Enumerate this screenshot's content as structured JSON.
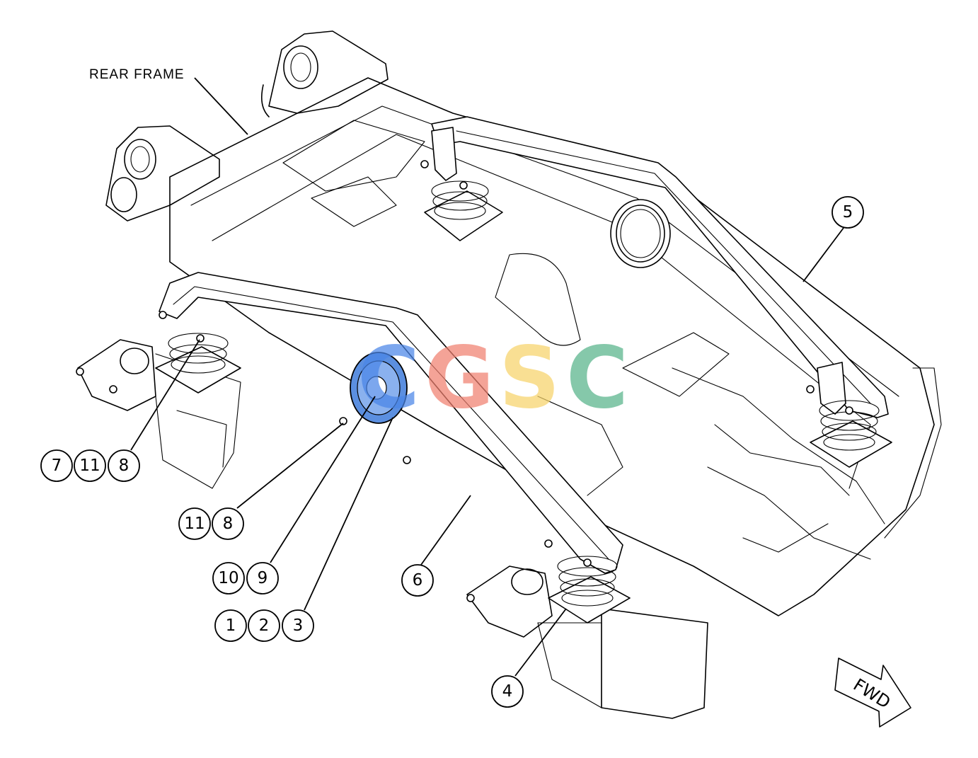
{
  "diagram": {
    "rear_frame_label": "REAR FRAME",
    "fwd_label": "FWD"
  },
  "watermark": {
    "letters": [
      "C",
      "G",
      "S",
      "C"
    ],
    "colors": [
      "#4a86e8",
      "#f08070",
      "#f7d46a",
      "#57b38a"
    ]
  },
  "callouts": {
    "a": "7",
    "b": "11",
    "c": "8",
    "d": "11",
    "e": "8",
    "f": "10",
    "g": "9",
    "h": "1",
    "i": "2",
    "j": "3",
    "k": "6",
    "l": "4",
    "m": "5"
  }
}
